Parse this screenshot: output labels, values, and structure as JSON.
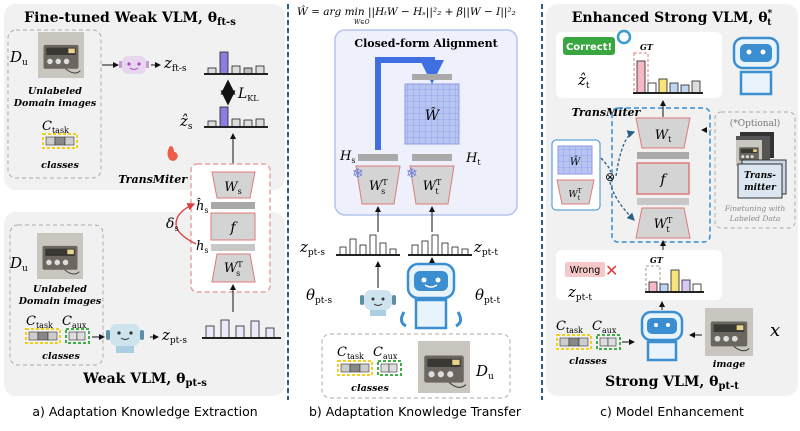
{
  "panel_a": {
    "title": {
      "base": "Fine-tuned Weak VLM, θ",
      "sub": "ft-s"
    },
    "domain_set": {
      "base": "D",
      "sub": "u"
    },
    "unlabeled_1": "Unlabeled",
    "unlabeled_2": "Domain images",
    "c_task": {
      "base": "C",
      "sub": "task"
    },
    "c_aux": {
      "base": "C",
      "sub": "aux"
    },
    "classes": "classes",
    "z_ft": {
      "base": "z",
      "sub": "ft-s"
    },
    "loss": {
      "base": "L",
      "sub": "KL"
    },
    "z_hat": {
      "base": "ẑ",
      "sub": "s"
    },
    "transmiter": "TransMiter",
    "w_s": {
      "base": "W",
      "sub": "s"
    },
    "f": "f",
    "w_s_t": {
      "base": "W",
      "sup": "T",
      "sub": "s"
    },
    "h_hat": {
      "base": "ĥ",
      "sub": "s"
    },
    "h": {
      "base": "h",
      "sub": "s"
    },
    "delta": {
      "base": "δ",
      "sub": "s"
    },
    "z_pt": {
      "base": "z",
      "sub": "pt-s"
    },
    "bottom_title": {
      "base": "Weak VLM, θ",
      "sub": "pt-s"
    },
    "caption": "a) Adaptation Knowledge Extraction"
  },
  "panel_b": {
    "equation": "Ŵ = arg min ||HₜW − Hₛ||²₂ + β||W − I||²₂",
    "equation_constraint": "W∈O",
    "box_title": "Closed-form Alignment",
    "w_hat": "Ŵ",
    "h_s": {
      "base": "H",
      "sub": "s"
    },
    "h_t": {
      "base": "H",
      "sub": "t"
    },
    "w_s_t": {
      "base": "W",
      "sup": "T",
      "sub": "s"
    },
    "w_t_t": {
      "base": "W",
      "sup": "T",
      "sub": "t"
    },
    "z_pt_s": {
      "base": "z",
      "sub": "pt-s"
    },
    "z_pt_t": {
      "base": "z",
      "sub": "pt-t"
    },
    "theta_s": {
      "base": "θ",
      "sub": "pt-s"
    },
    "theta_t": {
      "base": "θ",
      "sub": "pt-t"
    },
    "c_task": {
      "base": "C",
      "sub": "task"
    },
    "c_aux": {
      "base": "C",
      "sub": "aux"
    },
    "classes": "classes",
    "domain_set": {
      "base": "D",
      "sub": "u"
    },
    "caption": "b) Adaptation Knowledge Transfer"
  },
  "panel_c": {
    "title": {
      "base": "Enhanced Strong VLM, θ",
      "sup": "*",
      "sub": "t"
    },
    "correct": "Correct!",
    "gt": "GT",
    "z_hat": {
      "base": "ẑ",
      "sub": "t"
    },
    "transmiter": "TransMiter",
    "w_t": {
      "base": "W",
      "sub": "t"
    },
    "f": "f",
    "w_t_t": {
      "base": "W",
      "sup": "T",
      "sub": "t"
    },
    "w_hat": "Ŵ",
    "w_t_t_small": {
      "base": "W",
      "sup": "T",
      "sub": "t"
    },
    "otimes": "⊗",
    "optional": "(*Optional)",
    "trans_1": "Trans-",
    "trans_2": "mitter",
    "ft_1": "Finetuning with",
    "ft_2": "Labeled Data",
    "wrong": "Wrong",
    "gt2": "GT",
    "z_pt": {
      "base": "z",
      "sub": "pt-t"
    },
    "c_task": {
      "base": "C",
      "sub": "task"
    },
    "c_aux": {
      "base": "C",
      "sub": "aux"
    },
    "classes": "classes",
    "image": "image",
    "x": "x",
    "bottom_title": {
      "base": "Strong VLM, θ",
      "sub": "pt-t"
    },
    "caption": "c) Model Enhancement"
  },
  "colors": {
    "panel_bg": "#f1f1f1",
    "transmiter_red": "#e07a7a",
    "align_blue": "#3f6fe0",
    "bars_purple": "#8a7fe0",
    "task_yellow": "#f2cf1d",
    "aux_green": "#3fae4a",
    "correct_green": "#3aa640",
    "wrong_red": "#e23b3b",
    "divider": "#2d5f86"
  }
}
